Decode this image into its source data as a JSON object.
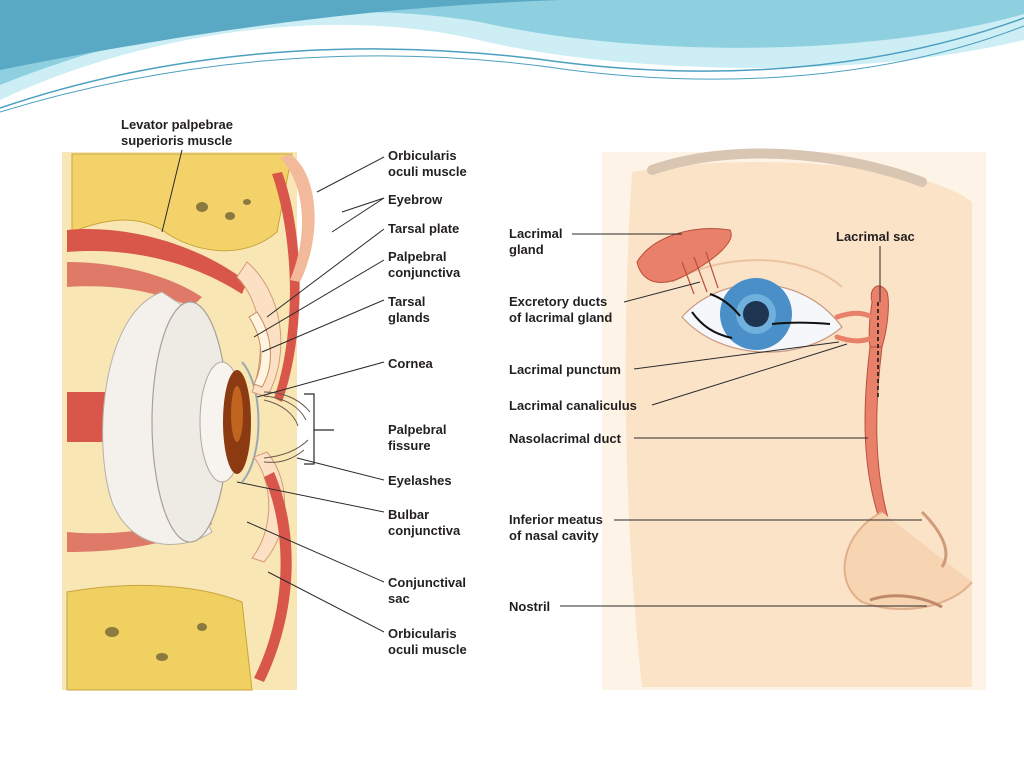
{
  "slide": {
    "banner_colors": {
      "deep": "#5aa9c4",
      "mid": "#8fd0e0",
      "light": "#cdeef4"
    }
  },
  "figure": {
    "left_panel": {
      "labels": {
        "levator": "Levator palpebrae\nsuperioris muscle",
        "orbicularis_top": "Orbicularis\noculi muscle",
        "eyebrow": "Eyebrow",
        "tarsal_plate": "Tarsal plate",
        "palpebral_conjunctiva": "Palpebral\nconjunctiva",
        "tarsal_glands": "Tarsal\nglands",
        "cornea": "Cornea",
        "palpebral_fissure": "Palpebral\nfissure",
        "eyelashes": "Eyelashes",
        "bulbar_conjunctiva": "Bulbar\nconjunctiva",
        "conjunctival_sac": "Conjunctival\nsac",
        "orbicularis_bottom": "Orbicularis\noculi muscle"
      }
    },
    "right_panel": {
      "labels": {
        "lacrimal_gland": "Lacrimal\ngland",
        "lacrimal_sac": "Lacrimal sac",
        "excretory_ducts": "Excretory ducts\nof lacrimal gland",
        "lacrimal_punctum": "Lacrimal punctum",
        "lacrimal_canaliculus": "Lacrimal canaliculus",
        "nasolacrimal_duct": "Nasolacrimal duct",
        "inferior_meatus": "Inferior meatus\nof nasal cavity",
        "nostril": "Nostril"
      }
    },
    "colors": {
      "bone": "#f4d26a",
      "bone_dark": "#b59a3a",
      "muscle": "#d9574a",
      "skin": "#fbe3c8",
      "iris_brown": "#8b3a12",
      "iris_blue": "#4a8fc8",
      "duct": "#e8806a",
      "leader": "#2a2a2a"
    }
  }
}
